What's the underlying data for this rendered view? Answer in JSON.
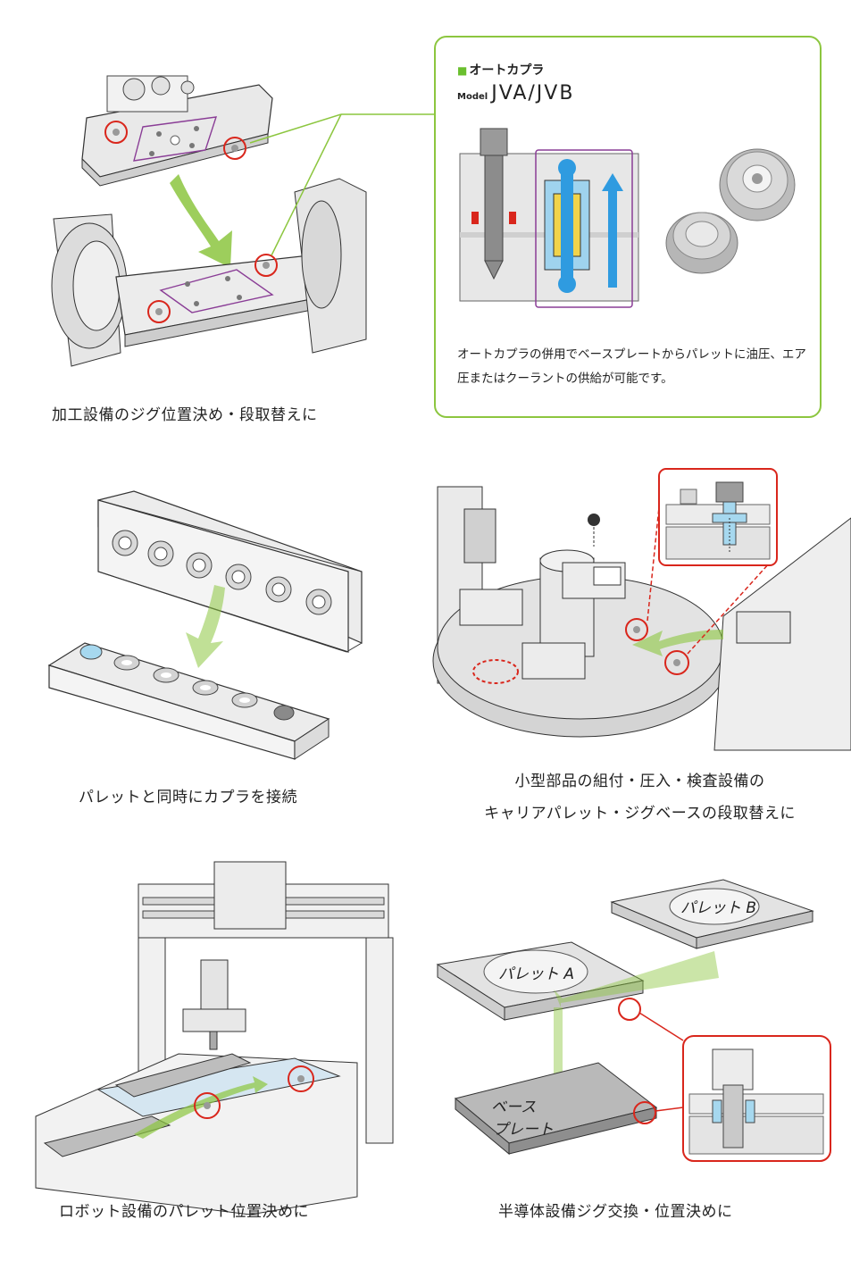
{
  "callout": {
    "title": "オートカプラ",
    "model_prefix": "Model",
    "model_name": "JVA/JVB",
    "description": "オートカプラの併用でベースプレートからパレットに油圧、エア圧またはクーラントの供給が可能です。"
  },
  "captions": {
    "panel1": "加工設備のジグ位置決め・段取替えに",
    "panel2": "パレットと同時にカプラを接続",
    "panel3_line1": "小型部品の組付・圧入・検査設備の",
    "panel3_line2": "キャリアパレット・ジグベースの段取替えに",
    "panel4": "ロボット設備のパレット位置決めに",
    "panel5": "半導体設備ジグ交換・位置決めに"
  },
  "labels": {
    "pallet_a": "パレット A",
    "pallet_b": "パレット B",
    "base_plate_line1": "ベース",
    "base_plate_line2": "プレート"
  },
  "colors": {
    "callout_border": "#8cc63f",
    "highlight_circle": "#d9261c",
    "arrow_green": "#8cc63f",
    "flow_blue": "#2f9be0",
    "frame_purple": "#8a3d96"
  }
}
